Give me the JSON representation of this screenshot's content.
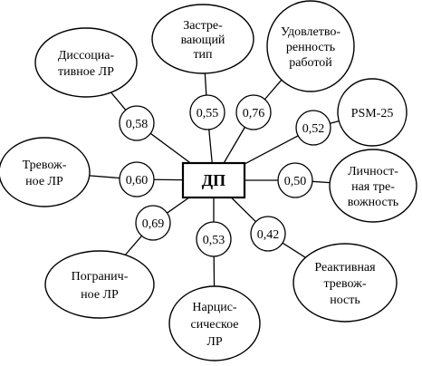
{
  "center": {
    "label": "ДП"
  },
  "nodes": [
    {
      "id": "zastrevayushchiy",
      "lines": [
        "Застре-",
        "вающий",
        "тип"
      ],
      "coef": "0,55"
    },
    {
      "id": "udovletvorennost",
      "lines": [
        "Удовлетво-",
        "ренность",
        "работой"
      ],
      "coef": "0,76"
    },
    {
      "id": "psm25",
      "lines": [
        "PSM-25"
      ],
      "coef": "0,52"
    },
    {
      "id": "lichnostnaya",
      "lines": [
        "Личност-",
        "ная тре-",
        "вожность"
      ],
      "coef": "0,50"
    },
    {
      "id": "reaktivnaya",
      "lines": [
        "Реактивная",
        "тревож-",
        "ность"
      ],
      "coef": "0,42"
    },
    {
      "id": "narcissicheskoe",
      "lines": [
        "Нарцис-",
        "сическое",
        "ЛР"
      ],
      "coef": "0,53"
    },
    {
      "id": "pogranichnoe",
      "lines": [
        "Погранич-",
        "ное ЛР"
      ],
      "coef": "0,69"
    },
    {
      "id": "trevozhnoe",
      "lines": [
        "Тревож-",
        "ное ЛР"
      ],
      "coef": "0,60"
    },
    {
      "id": "dissociativnoe",
      "lines": [
        "Диссоциа-",
        "тивное ЛР"
      ],
      "coef": "0,58"
    }
  ]
}
